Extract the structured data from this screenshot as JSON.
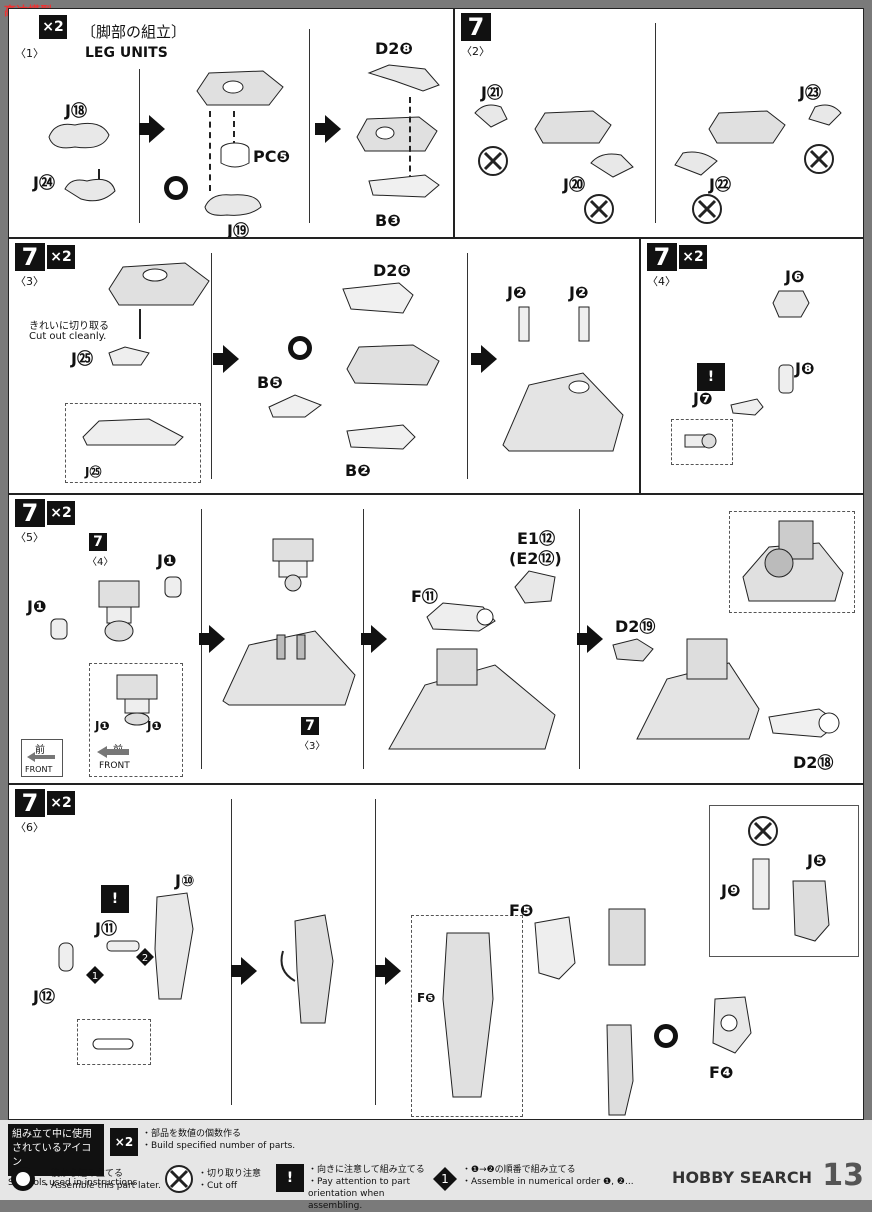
{
  "watermark_logo": "高达模型",
  "section1": {
    "step": "",
    "sub": "〈1〉",
    "x2": "×2",
    "title_jp": "〔脚部の組立〕",
    "title_en": "LEG UNITS",
    "labels": [
      "J⑱",
      "J㉔",
      "PC❺",
      "J⑲",
      "D2❽",
      "B❸"
    ]
  },
  "section2": {
    "step": "7",
    "sub": "〈2〉",
    "labels": [
      "J㉑",
      "J⑳",
      "J㉓",
      "J㉒"
    ]
  },
  "section3": {
    "step": "7",
    "sub": "〈3〉",
    "x2": "×2",
    "cut_jp": "きれいに切り取る",
    "cut_en": "Cut out cleanly.",
    "labels": [
      "J㉕",
      "J㉕",
      "D2❻",
      "B❺",
      "B❷",
      "J❷",
      "J❷"
    ]
  },
  "section4": {
    "step": "7",
    "sub": "〈4〉",
    "x2": "×2",
    "labels": [
      "J❻",
      "J❽",
      "J❼"
    ]
  },
  "section5": {
    "step": "7",
    "sub": "〈5〉",
    "x2": "×2",
    "ref_step": "7",
    "ref_sub": "〈4〉",
    "labels": [
      "J❶",
      "J❶",
      "J❶",
      "J❶"
    ],
    "front_jp": "前",
    "front_en": "FRONT",
    "front_jp2": "前",
    "front_en2": "FRONT",
    "ref3_step": "7",
    "ref3_sub": "〈3〉",
    "e1": "E1⑫",
    "e2": "(E2⑫)",
    "f11": "F⑪",
    "d219": "D2⑲",
    "d218": "D2⑱"
  },
  "section6": {
    "step": "7",
    "sub": "〈6〉",
    "x2": "×2",
    "labels": [
      "J⑩",
      "J⑪",
      "J⑫",
      "F❺",
      "F❺",
      "F❹",
      "J❾",
      "J❺"
    ]
  },
  "legend": {
    "title_jp": "組み立て中に使用されているアイコン",
    "title_en": "Symbols used in instructions",
    "x2_jp": "・部品を数値の個数作る",
    "x2_en": "・Build specified number of parts.",
    "later_jp": "・後から組み立てる",
    "later_en": "・Assemble this part later.",
    "cut_jp": "・切り取り注意",
    "cut_en": "・Cut off",
    "attention_jp": "・向きに注意して組み立てる",
    "attention_en": "・Pay attention to part orientation when assembling.",
    "order_jp": "・❶→❷の順番で組み立てる",
    "order_en": "・Assemble in numerical order ❶, ❷...",
    "x2_icon": "×2",
    "excl_icon": "!",
    "order_icon": "❶"
  },
  "footer": {
    "page_number": "13",
    "watermark": "HOBBY SEARCH"
  }
}
